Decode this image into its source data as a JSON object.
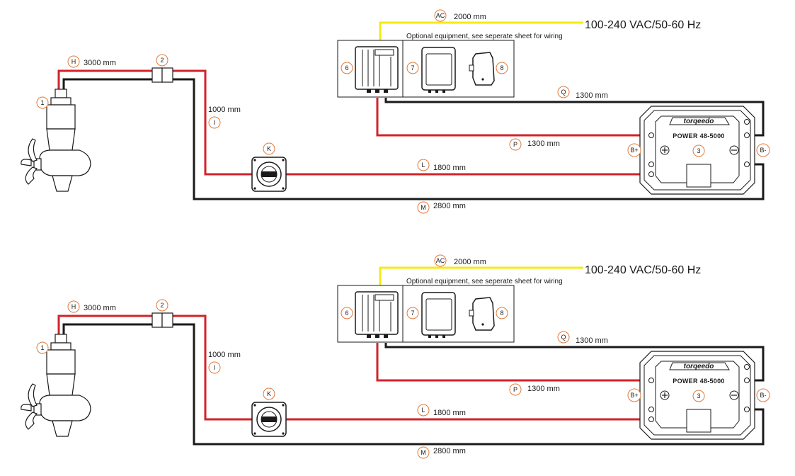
{
  "diagrams": [
    {
      "labels": {
        "ac": "AC",
        "ac_len": "2000 mm",
        "ac_supply": "100-240 VAC/50-60 Hz",
        "optional": "Optional equipment, see seperate sheet for wiring",
        "h": "H",
        "h_len": "3000 mm",
        "i": "I",
        "i_len": "1000 mm",
        "k": "K",
        "l": "L",
        "l_len": "1800 mm",
        "m": "M",
        "m_len": "2800 mm",
        "p": "P",
        "p_len": "1300 mm",
        "q": "Q",
        "q_len": "1300 mm",
        "bplus": "B+",
        "bminus": "B-",
        "n1": "1",
        "n2": "2",
        "n3": "3",
        "n6": "6",
        "n7": "7",
        "n8": "8",
        "brand": "torqeedo",
        "model": "POWER 48-5000"
      }
    },
    {
      "labels": {
        "ac": "AC",
        "ac_len": "2000 mm",
        "ac_supply": "100-240 VAC/50-60 Hz",
        "optional": "Optional equipment, see seperate sheet for wiring",
        "h": "H",
        "h_len": "3000 mm",
        "i": "I",
        "i_len": "1000 mm",
        "k": "K",
        "l": "L",
        "l_len": "1800 mm",
        "m": "M",
        "m_len": "2800 mm",
        "p": "P",
        "p_len": "1300 mm",
        "q": "Q",
        "q_len": "1300 mm",
        "bplus": "B+",
        "bminus": "B-",
        "n1": "1",
        "n2": "2",
        "n3": "3",
        "n6": "6",
        "n7": "7",
        "n8": "8",
        "brand": "torqeedo",
        "model": "POWER 48-5000"
      }
    }
  ],
  "colors": {
    "positive": "#d2232a",
    "negative": "#1a1a1a",
    "ac": "#f5ea14",
    "callout": "#e07a3a"
  }
}
